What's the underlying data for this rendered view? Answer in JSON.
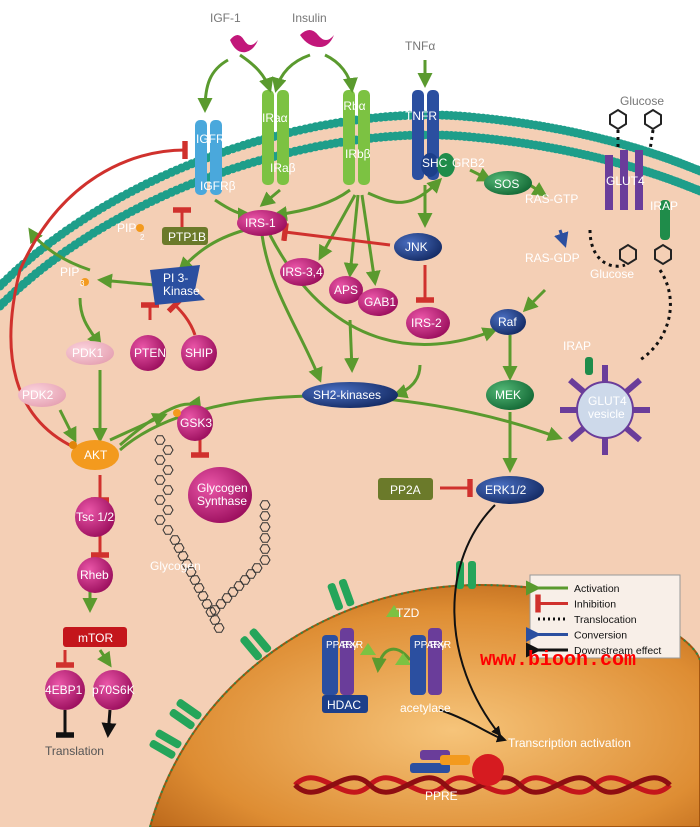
{
  "colors": {
    "cytoplasm": "#f4cfb5",
    "membrane_bead": "#1e9e8a",
    "nucleus": "#d9852b",
    "activation": "#5a9a2e",
    "inhibition": "#d0312d",
    "conversion": "#2b4fa0",
    "receptor_green": "#7cc242",
    "receptor_blue": "#4aa8dc",
    "magenta_node": "#c2177a",
    "navy_node": "#1d3f8a",
    "green_node": "#1f8c4a",
    "watermark": "#ff0000"
  },
  "ligands": {
    "igf1": "IGF-1",
    "insulin": "Insulin",
    "tnfa": "TNFα",
    "glucose": "Glucose"
  },
  "receptors": {
    "igfr_a": "IGFRα",
    "igfr_b": "IGFRβ",
    "ir_a1": "IRaα",
    "ir_b1": "IRaβ",
    "ir_a2": "IRbα",
    "ir_b2": "IRbβ",
    "tnfr": "TNFR",
    "shc": "SHC",
    "grb2": "GRB2",
    "glut4": "GLUT4",
    "irap": "IRAP"
  },
  "nodes": {
    "sos": "SOS",
    "ras_gtp": "RAS-GTP",
    "ras_gdp": "RAS-GDP",
    "glucose_in": "Glucose",
    "pip2": "PIP",
    "pip2_sub": "2",
    "pip3": "PIP",
    "pip3_sub": "3",
    "ptp1b": "PTP1B",
    "irs1": "IRS-1",
    "pi3k": "PI 3-\nKinase",
    "jnk": "JNK",
    "irs34": "IRS-3,4",
    "aps": "APS",
    "gab1": "GAB1",
    "irs2": "IRS-2",
    "raf": "Raf",
    "pten": "PTEN",
    "ship": "SHIP",
    "pdk1": "PDK1",
    "pdk2": "PDK2",
    "sh2": "SH2-kinases",
    "mek": "MEK",
    "akt": "AKT",
    "gsk3": "GSK3",
    "glycogen_synthase": "Glycogen\nSynthase",
    "glycogen": "Glycogen",
    "tsc": "Tsc 1/2",
    "rheb": "Rheb",
    "mtor": "mTOR",
    "e4bp1": "4EBP1",
    "p70s6k": "p70S6K",
    "translation": "Translation",
    "pp2a": "PP2A",
    "erk": "ERK1/2",
    "irap_vesicle": "IRAP",
    "glut4_vesicle": "GLUT4\nvesicle",
    "tzd": "TZD",
    "ppar": "PPARγ",
    "rxr": "RXR",
    "hdac": "HDAC",
    "acetylase": "acetylase",
    "ppre": "PPRE",
    "transcription": "Transcription activation"
  },
  "legend": {
    "title_items": [
      {
        "label": "Activation",
        "kind": "activation"
      },
      {
        "label": "Inhibition",
        "kind": "inhibition"
      },
      {
        "label": "Translocation",
        "kind": "translocation"
      },
      {
        "label": "Conversion",
        "kind": "conversion"
      },
      {
        "label": "Downstream effect",
        "kind": "downstream"
      }
    ]
  },
  "watermark": "www.bioon.com"
}
